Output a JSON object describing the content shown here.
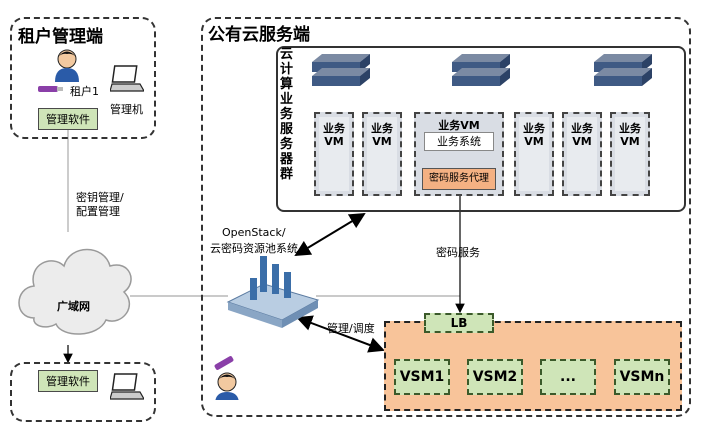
{
  "tenant_top": {
    "title": "租户管理端",
    "user_label": "租户1",
    "computer_label": "管理机",
    "software_label": "管理软件"
  },
  "cloud": {
    "title": "公有云服务端",
    "vm_group_label": "云计算业务服务器群",
    "vm_label_line1": "业务",
    "vm_label_line2": "VM",
    "big_vm_title": "业务VM",
    "big_vm_system": "业务系统",
    "big_vm_proxy": "密码服务代理"
  },
  "links": {
    "key_mgmt_1": "密钥管理/",
    "key_mgmt_2": "配置管理",
    "wan": "广域网",
    "openstack_1": "OpenStack/",
    "openstack_2": "云密码资源池系统",
    "crypto_service": "密码服务",
    "mgmt_schedule": "管理/调度"
  },
  "pool": {
    "lb": "LB",
    "vsms": [
      "VSM1",
      "VSM2",
      "...",
      "VSMn"
    ]
  },
  "tenant_bottom": {
    "software_label": "管理软件"
  }
}
